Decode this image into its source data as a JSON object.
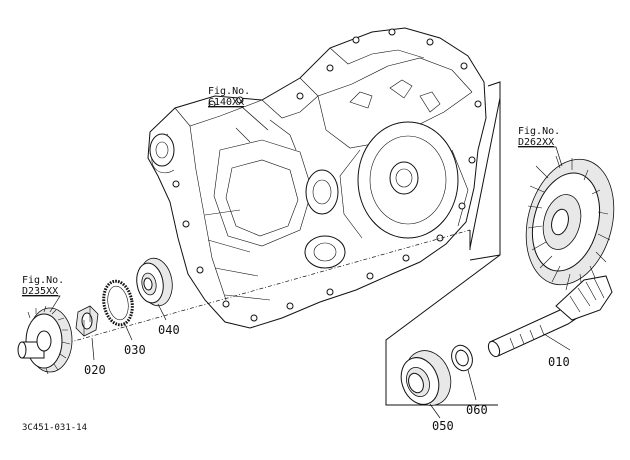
{
  "figure_refs": [
    {
      "id": "c140",
      "prefix": "Fig.No.",
      "code": "C140XX"
    },
    {
      "id": "d262",
      "prefix": "Fig.No.",
      "code": "D262XX"
    },
    {
      "id": "d235",
      "prefix": "Fig.No.",
      "code": "D235XX"
    }
  ],
  "parts": [
    {
      "id": "p010",
      "number": "010"
    },
    {
      "id": "p020",
      "number": "020"
    },
    {
      "id": "p030",
      "number": "030"
    },
    {
      "id": "p040",
      "number": "040"
    },
    {
      "id": "p050",
      "number": "050"
    },
    {
      "id": "p060",
      "number": "060"
    }
  ],
  "drawing_number": "3C451-031-14"
}
